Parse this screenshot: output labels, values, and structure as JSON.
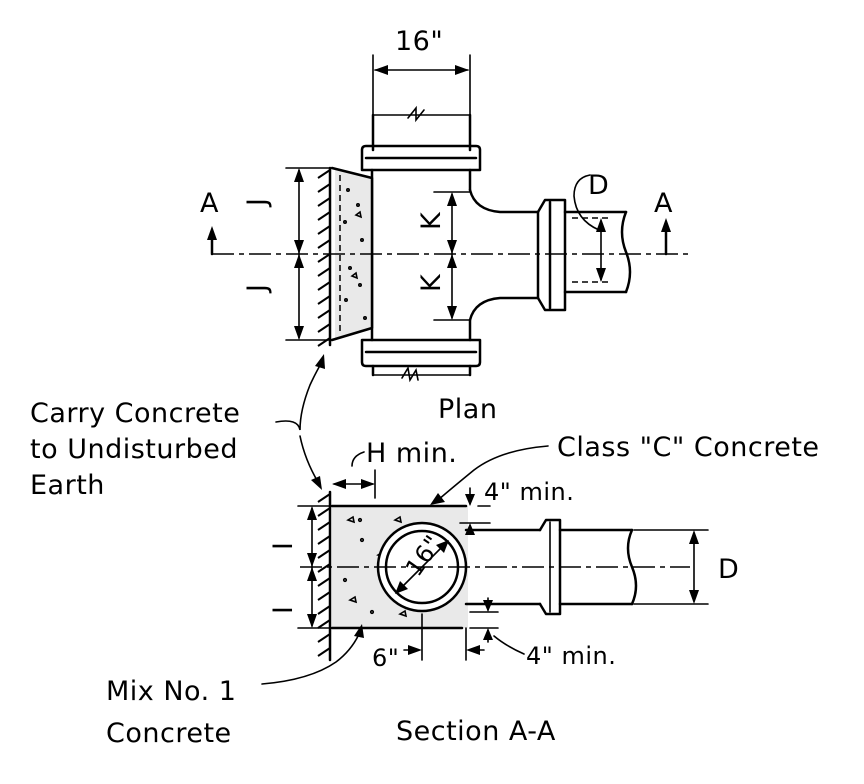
{
  "labels": {
    "top_width": "16\"",
    "section_a_left": "A",
    "section_a_right": "A",
    "pipe_diameter_plan": "D",
    "j_upper": "J",
    "j_lower": "J",
    "k_upper": "K",
    "k_lower": "K",
    "plan_title": "Plan",
    "carry_line1": "Carry Concrete",
    "carry_line2": "to Undisturbed",
    "carry_line3": "Earth",
    "h_min": "H min.",
    "class_c": "Class \"C\" Concrete",
    "four_min_top": "4\" min.",
    "four_min_bottom": "4\" min.",
    "i_upper": "I",
    "i_lower": "I",
    "pipe_16": "16\"",
    "pipe_diameter_section": "D",
    "six_inch": "6\"",
    "mix_line1": "Mix No. 1",
    "mix_line2": "Concrete",
    "section_title": "Section A-A"
  }
}
